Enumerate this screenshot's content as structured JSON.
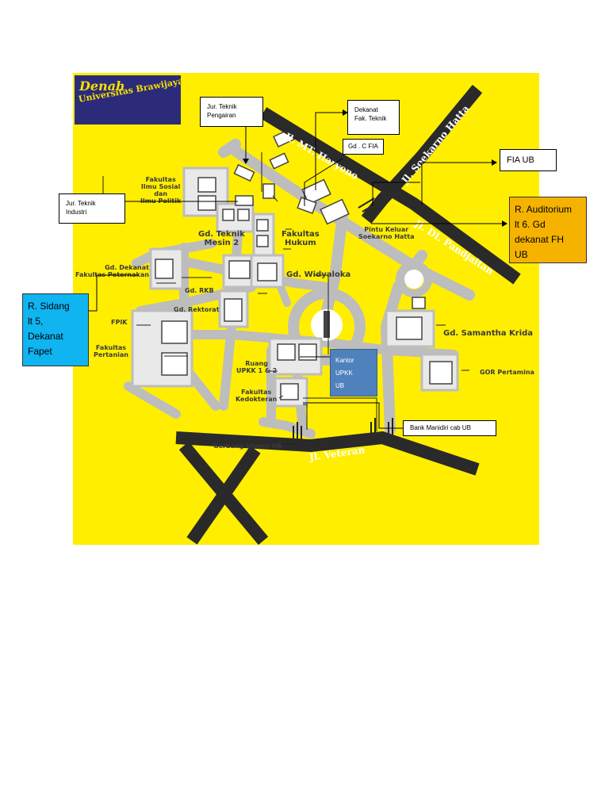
{
  "map": {
    "title": {
      "line1": "Denah",
      "line2": "Universitas Brawijaya"
    },
    "roads": {
      "haryono": "Jl. MT. Haryono",
      "soekarno_hatta": "Jl. Soekarno Hatta",
      "pandjaitan": "Jl. DI. Pandjaitan",
      "veteran": "Jl. Veteran"
    },
    "places": {
      "fisip": "Fakultas\nIlmu Sosial\ndan\nIlmu Politik",
      "teknik_mesin2": "Gd. Teknik\nMesin 2",
      "hukum": "Fakultas\nHukum",
      "pintu_keluar": "Pintu Keluar\nSoekarno Hatta",
      "dekanat_peternakan": "Gd. Dekanat\nFakultas Peternakan",
      "widyaloka": "Gd. Widyaloka",
      "rkb": "Gd. RKB",
      "rektorat": "Gd. Rektorat",
      "fpik": "FPIK",
      "pertanian": "Fakultas\nPertanian",
      "samantha_krida": "Gd. Samantha Krida",
      "ruang_upkk": "Ruang\nUPKK 1 & 2",
      "gor": "GOR Pertamina",
      "kedokteran": "Fakultas\nKedokteran",
      "gerbang": "Gerbang Utama UB"
    },
    "colors": {
      "background": "#ffee00",
      "road": "#bdbdbd",
      "main_road": "#2a2a2a",
      "building": "#e9e9e9"
    }
  },
  "annotations": {
    "jur_teknik_pengairan": "Jur. Teknik\nPengairan",
    "dekanat_teknik": "Dekanat\nFak. Teknik",
    "gd_c_fia": "Gd . C FIA",
    "fia_ub": "FIA UB",
    "jur_teknik_industri": "Jur. Teknik\nIndustri",
    "auditorium": "R. Auditorium\nlt 6. Gd\ndekanat FH\nUB",
    "sidang": "R. Sidang\nlt 5,\nDekanat\nFapet",
    "kantor_upkk": "Kantor\nUPKK\nUB",
    "bank_mandiri": "Bank Manidiri cab UB"
  },
  "callout_colors": {
    "auditorium": "#f5b300",
    "sidang": "#0fb4f0",
    "kantor": "#4f81bd"
  }
}
